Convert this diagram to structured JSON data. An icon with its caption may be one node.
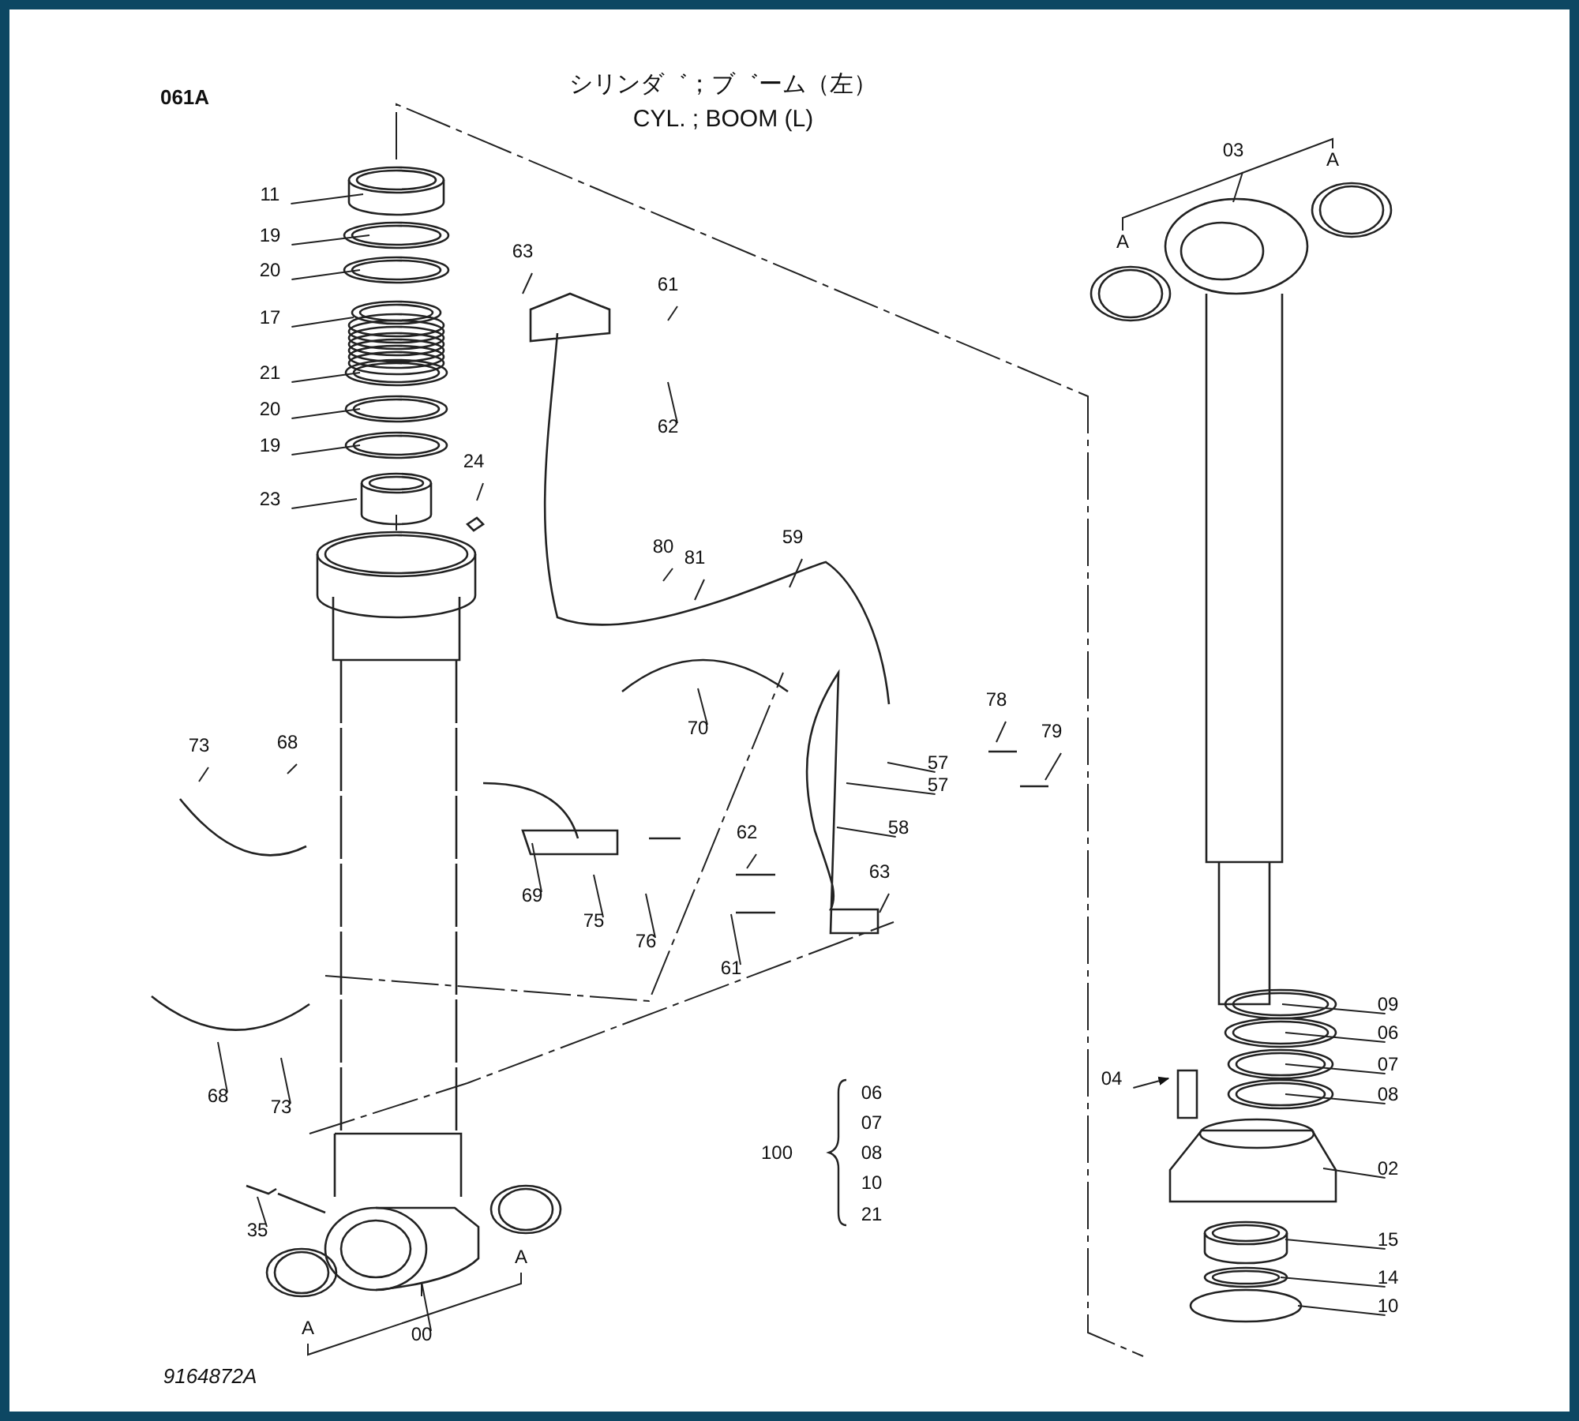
{
  "diagram": {
    "title": "シリンダ゛；ブ゛ーム（左）",
    "nodes": [
      {
        "text": [
          "11"
        ]
      },
      {
        "text": [
          "19"
        ]
      },
      {
        "text": [
          "20"
        ]
      },
      {
        "text": [
          "17"
        ]
      },
      {
        "text": [
          "21"
        ]
      },
      {
        "text": [
          "20"
        ]
      },
      {
        "text": [
          "19"
        ]
      },
      {
        "text": [
          "23"
        ]
      },
      {
        "text": [
          "24"
        ]
      },
      {
        "text": [
          "63"
        ]
      },
      {
        "text": [
          "61"
        ]
      },
      {
        "text": [
          "62"
        ]
      },
      {
        "text": [
          "80"
        ]
      },
      {
        "text": [
          "81"
        ]
      },
      {
        "text": [
          "59"
        ]
      },
      {
        "text": [
          "70"
        ]
      },
      {
        "text": [
          "78"
        ]
      },
      {
        "text": [
          "79"
        ]
      },
      {
        "text": [
          "57"
        ]
      },
      {
        "text": [
          "57"
        ]
      },
      {
        "text": [
          "58"
        ]
      },
      {
        "text": [
          "62"
        ]
      },
      {
        "text": [
          "63"
        ]
      },
      {
        "text": [
          "61"
        ]
      },
      {
        "text": [
          "73"
        ]
      },
      {
        "text": [
          "68"
        ]
      },
      {
        "text": [
          "69"
        ]
      },
      {
        "text": [
          "75"
        ]
      },
      {
        "text": [
          "76"
        ]
      },
      {
        "text": [
          "68"
        ]
      },
      {
        "text": [
          "73"
        ]
      },
      {
        "text": [
          "35"
        ]
      },
      {
        "text": [
          "00"
        ]
      },
      {
        "text": [
          "03"
        ]
      },
      {
        "text": [
          "09"
        ]
      },
      {
        "text": [
          "06"
        ]
      },
      {
        "text": [
          "07"
        ]
      },
      {
        "text": [
          "08"
        ]
      },
      {
        "text": [
          "04"
        ]
      },
      {
        "text": [
          "02"
        ]
      },
      {
        "text": [
          "15"
        ]
      },
      {
        "text": [
          "14"
        ]
      },
      {
        "text": [
          "10"
        ]
      }
    ],
    "edges": [
      {
        "from": 0,
        "to": null,
        "arrow": "none"
      },
      {
        "from": 1,
        "to": null,
        "arrow": "none"
      },
      {
        "from": 2,
        "to": null,
        "arrow": "none"
      },
      {
        "from": 3,
        "to": null,
        "arrow": "none"
      },
      {
        "from": 4,
        "to": null,
        "arrow": "none"
      },
      {
        "from": 5,
        "to": null,
        "arrow": "none"
      },
      {
        "from": 6,
        "to": null,
        "arrow": "none"
      },
      {
        "from": 7,
        "to": null,
        "arrow": "none"
      },
      {
        "from": 8,
        "to": null,
        "arrow": "none"
      },
      {
        "from": 9,
        "to": null,
        "arrow": "none"
      },
      {
        "from": 10,
        "to": null,
        "arrow": "none"
      },
      {
        "from": 11,
        "to": null,
        "arrow": "none"
      },
      {
        "from": 12,
        "to": null,
        "arrow": "none"
      },
      {
        "from": 13,
        "to": null,
        "arrow": "none"
      },
      {
        "from": 14,
        "to": null,
        "arrow": "none"
      },
      {
        "from": 15,
        "to": null,
        "arrow": "none"
      },
      {
        "from": 16,
        "to": null,
        "arrow": "none"
      },
      {
        "from": 17,
        "to": null,
        "arrow": "none"
      },
      {
        "from": 18,
        "to": null,
        "arrow": "none"
      },
      {
        "from": 19,
        "to": null,
        "arrow": "none"
      },
      {
        "from": 20,
        "to": null,
        "arrow": "none"
      },
      {
        "from": 21,
        "to": null,
        "arrow": "none"
      },
      {
        "from": 22,
        "to": null,
        "arrow": "none"
      },
      {
        "from": 23,
        "to": null,
        "arrow": "none"
      },
      {
        "from": 24,
        "to": null,
        "arrow": "none"
      },
      {
        "from": 25,
        "to": null,
        "arrow": "none"
      },
      {
        "from": 26,
        "to": null,
        "arrow": "none"
      },
      {
        "from": 27,
        "to": null,
        "arrow": "none"
      },
      {
        "from": 28,
        "to": null,
        "arrow": "none"
      },
      {
        "from": 29,
        "to": null,
        "arrow": "none"
      },
      {
        "from": 30,
        "to": null,
        "arrow": "none"
      },
      {
        "from": 31,
        "to": null,
        "arrow": "none"
      },
      {
        "from": 32,
        "to": null,
        "arrow": "none"
      },
      {
        "from": 33,
        "to": null,
        "arrow": "none"
      },
      {
        "from": 34,
        "to": null,
        "arrow": "none"
      },
      {
        "from": 35,
        "to": null,
        "arrow": "none"
      },
      {
        "from": 36,
        "to": null,
        "arrow": "none"
      },
      {
        "from": 37,
        "to": null,
        "arrow": "none"
      },
      {
        "from": 38,
        "to": null,
        "arrow": "to"
      },
      {
        "from": 39,
        "to": null,
        "arrow": "none"
      },
      {
        "from": 40,
        "to": null,
        "arrow": "none"
      },
      {
        "from": 41,
        "to": null,
        "arrow": "none"
      },
      {
        "from": 42,
        "to": null,
        "arrow": "none"
      }
    ],
    "labels": [
      "061A",
      "CYL. ; BOOM (L)",
      "A",
      "A",
      "A",
      "A",
      "100",
      "06",
      "07",
      "08",
      "10",
      "21",
      "9164872A"
    ]
  }
}
